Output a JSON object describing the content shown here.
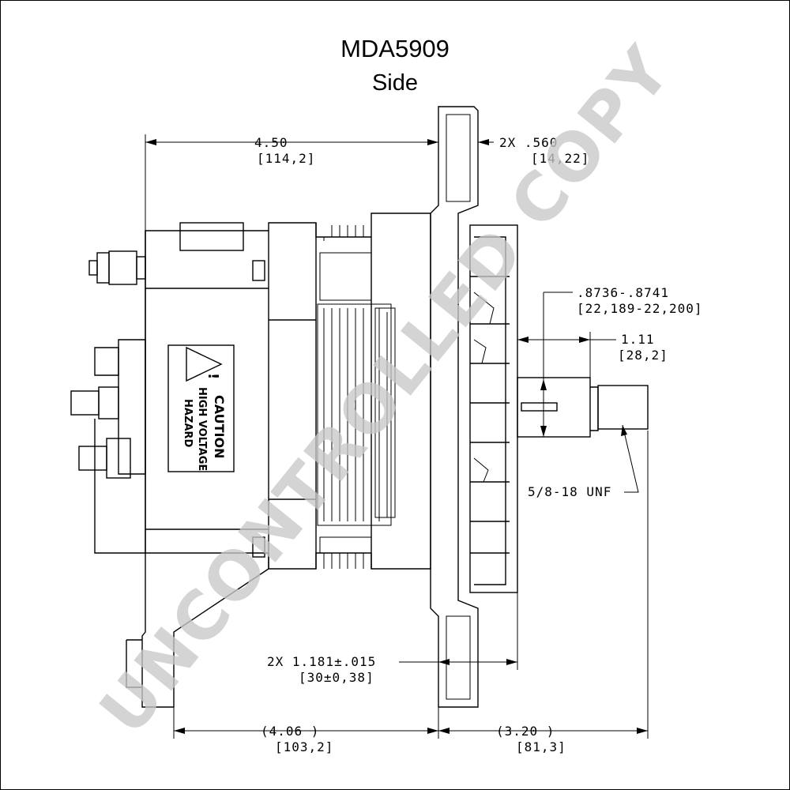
{
  "title": "MDA5909",
  "subtitle": "Side",
  "dimensions": {
    "overall_front": {
      "value": "4.50",
      "metric": "[114,2]"
    },
    "mount_width": {
      "value": "2X .560",
      "metric": "[14,22]"
    },
    "shaft_dia": {
      "value": ".8736-.8741",
      "metric": "[22,189-22,200]"
    },
    "shaft_len": {
      "value": "1.11",
      "metric": "[28,2]"
    },
    "thread": {
      "value": "5/8-18 UNF"
    },
    "ear_offset": {
      "value": "2X 1.181±.015",
      "metric": "[30±0,38]"
    },
    "rear_len": {
      "value": "(4.06    )",
      "metric": "[103,2]"
    },
    "front_len": {
      "value": "(3.20   )",
      "metric": "[81,3]"
    }
  },
  "label": {
    "caution": "CAUTION",
    "line1": "HIGH VOLTAGE",
    "line2": "HAZARD",
    "symbol": "!"
  },
  "watermark": "UNCONTROLLED COPY"
}
